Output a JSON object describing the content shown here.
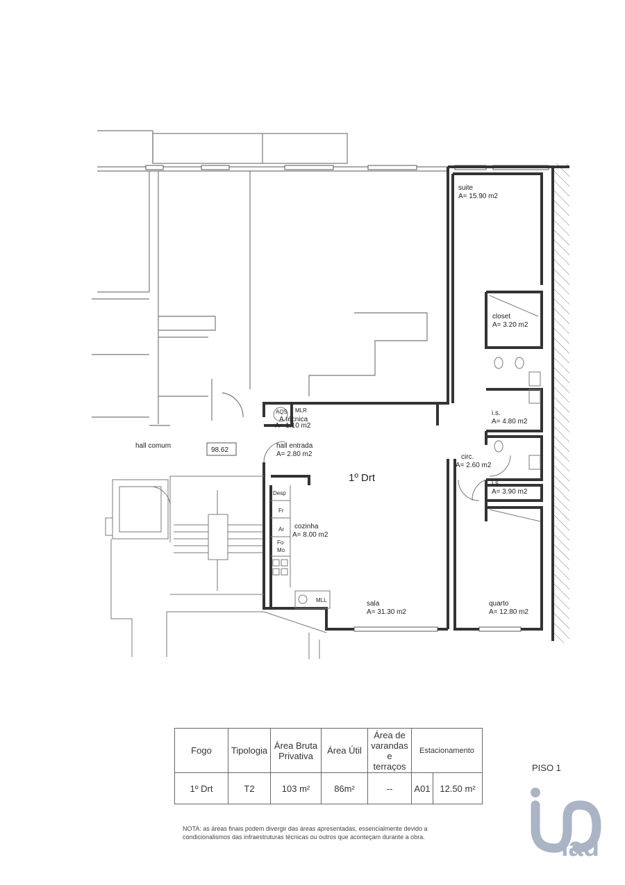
{
  "plan": {
    "unit_label": "1º Drt",
    "hall_comum": "hall comum",
    "level_mark": "98.62",
    "rooms": {
      "suite": {
        "name": "suite",
        "area": "A= 15.90 m2"
      },
      "closet": {
        "name": "closet",
        "area": "A= 3.20 m2"
      },
      "is1": {
        "name": "i.s.",
        "area": "A= 4.80 m2"
      },
      "is2": {
        "name": "i.s.",
        "area": "A= 3.90 m2"
      },
      "circ": {
        "name": "circ.",
        "area": "A= 2.60 m2"
      },
      "tecnica": {
        "name": "A.técnica",
        "area": "A= 1.10 m2"
      },
      "hall": {
        "name": "hall entrada",
        "area": "A= 2.80 m2"
      },
      "cozinha": {
        "name": "cozinha",
        "area": "A= 8.00 m2"
      },
      "sala": {
        "name": "sala",
        "area": "A= 31.30 m2"
      },
      "quarto": {
        "name": "quarto",
        "area": "A= 12.80 m2"
      }
    },
    "equipment": {
      "aqs": "AQS",
      "mlr": "MLR",
      "mll": "MLL",
      "desp": "Desp",
      "fr": "Fr",
      "ar": "Ar",
      "fo": "Fo",
      "mo": "Mo"
    }
  },
  "table": {
    "headers": [
      "Fogo",
      "Tipologia",
      "Área Bruta Privativa",
      "Área Útil",
      "Área de varandas e terraços",
      "Estacionamento"
    ],
    "row": [
      "1º Drt",
      "T2",
      "103 m²",
      "86m²",
      "--",
      "A01",
      "12.50 m²"
    ]
  },
  "floor": "PISO 1",
  "note": [
    "NOTA: as áreas finais podem divergir das áreas apresentadas, essencialmente devido a",
    "condicionalismos das infraestruturas técnicas ou outros que aconteçam durante a obra."
  ],
  "logo": "iad",
  "colors": {
    "wall": "#333333",
    "thin": "#777777",
    "logo": "#aab4c4"
  }
}
